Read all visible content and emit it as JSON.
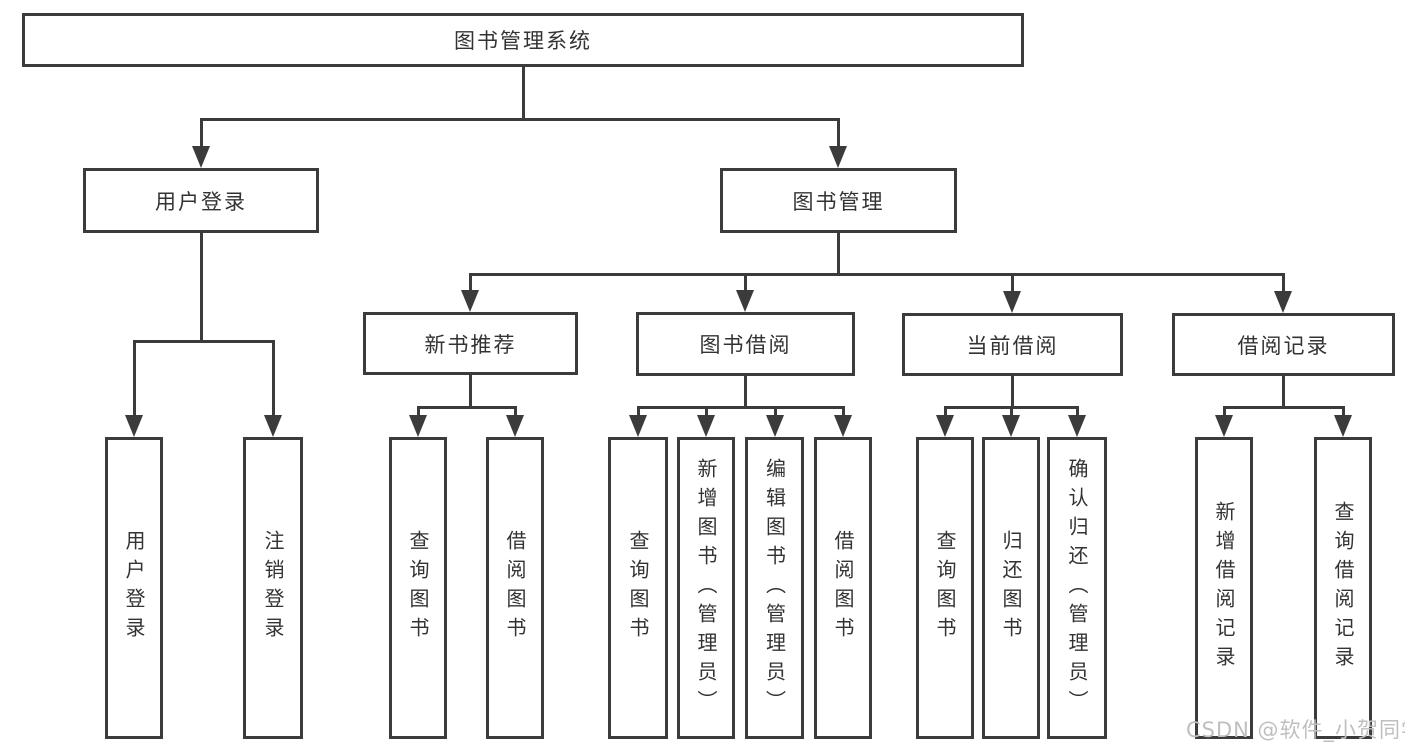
{
  "title": "图书管理系统",
  "branches": {
    "user_login": {
      "label": "用户登录",
      "children": [
        {
          "label": "用户登录"
        },
        {
          "label": "注销登录"
        }
      ]
    },
    "book_mgmt": {
      "label": "图书管理",
      "sections": [
        {
          "label": "新书推荐",
          "children": [
            {
              "label": "查询图书"
            },
            {
              "label": "借阅图书"
            }
          ]
        },
        {
          "label": "图书借阅",
          "children": [
            {
              "label": "查询图书"
            },
            {
              "label": "新增图书（管理员）"
            },
            {
              "label": "编辑图书（管理员）"
            },
            {
              "label": "借阅图书"
            }
          ]
        },
        {
          "label": "当前借阅",
          "children": [
            {
              "label": "查询图书"
            },
            {
              "label": "归还图书"
            },
            {
              "label": "确认归还（管理员）"
            }
          ]
        },
        {
          "label": "借阅记录",
          "children": [
            {
              "label": "新增借阅记录"
            },
            {
              "label": "查询借阅记录"
            }
          ]
        }
      ]
    }
  },
  "watermark": "CSDN @软件_小贺同学",
  "colors": {
    "line": "#3b3b3b",
    "text": "#333333",
    "watermark": "#bfbfbf",
    "background": "#ffffff"
  }
}
